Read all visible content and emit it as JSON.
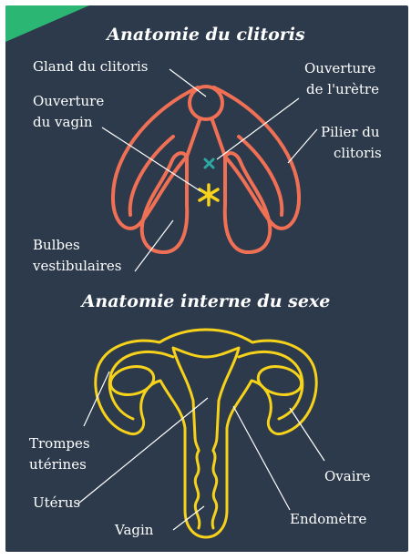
{
  "titles": {
    "top": "Anatomie du clitoris",
    "bottom": "Anatomie interne du sexe"
  },
  "labels": {
    "gland": "Gland du clitoris",
    "ouverture_uretre_1": "Ouverture",
    "ouverture_uretre_2": "de l'urètre",
    "ouverture_vagin_1": "Ouverture",
    "ouverture_vagin_2": "du vagin",
    "pilier_1": "Pilier du",
    "pilier_2": "clitoris",
    "bulbes_1": "Bulbes",
    "bulbes_2": "vestibulaires",
    "trompes_1": "Trompes",
    "trompes_2": "utérines",
    "ovaire": "Ovaire",
    "uterus": "Utérus",
    "endometre": "Endomètre",
    "vagin": "Vagin"
  },
  "colors": {
    "background": "#2c3a4c",
    "accent_corner": "#2bb673",
    "clitoris_stroke": "#f07055",
    "uterus_stroke": "#f7d21a",
    "uretre_marker": "#2ba8a0",
    "vagin_marker": "#f7d21a",
    "text": "#ffffff"
  }
}
